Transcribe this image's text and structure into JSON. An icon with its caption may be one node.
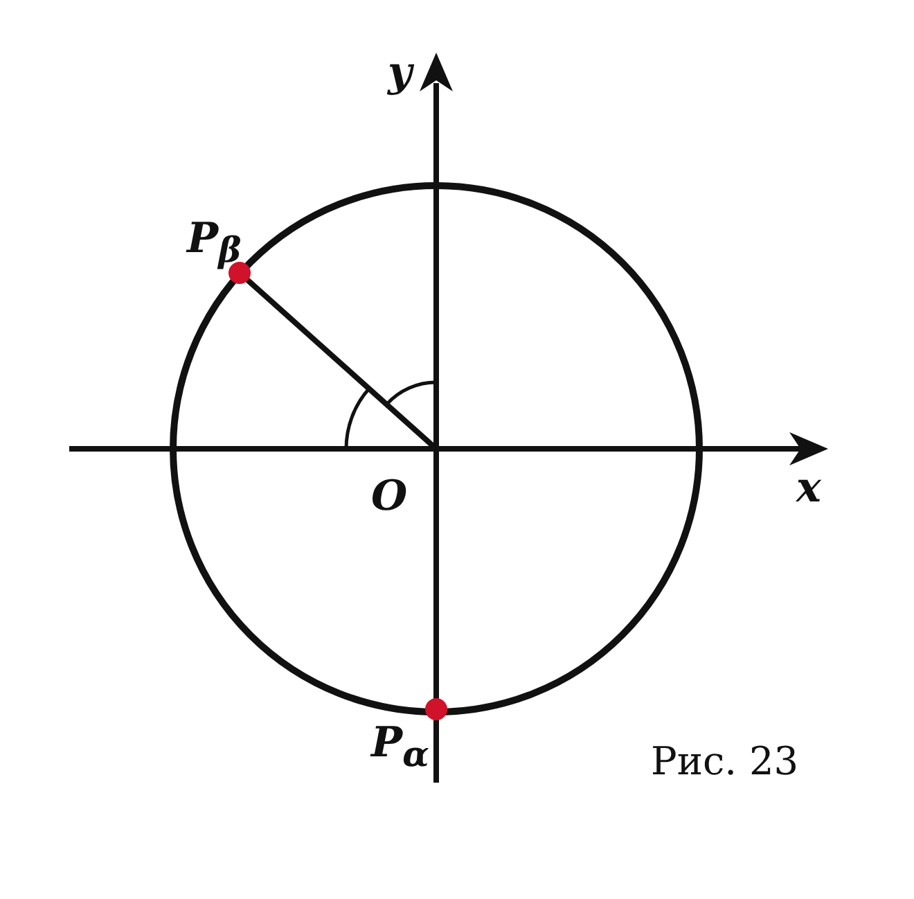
{
  "diagram": {
    "caption": "Рис. 23",
    "labels": [
      "y",
      "x",
      "O",
      "P$_{β}$",
      "P$_{α}$"
    ]
  }
}
